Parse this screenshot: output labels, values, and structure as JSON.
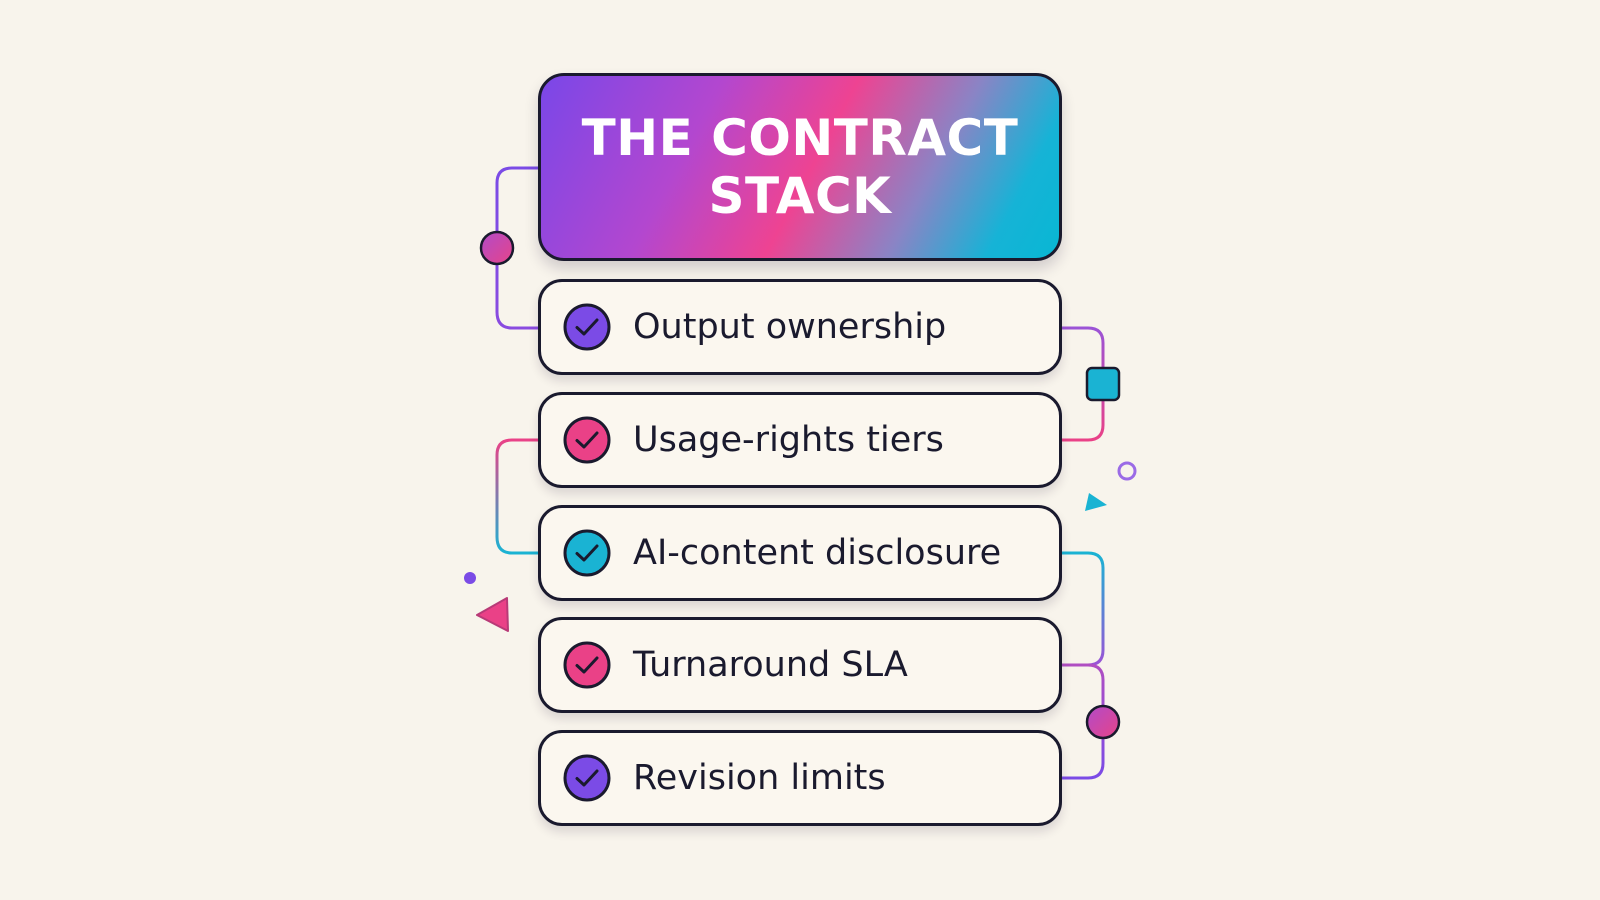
{
  "title": "THE CONTRACT\nSTACK",
  "items": [
    {
      "label": "Output ownership",
      "color": "#7b4be6"
    },
    {
      "label": "Usage-rights tiers",
      "color": "#ea4187"
    },
    {
      "label": "AI-content disclosure",
      "color": "#1ab3d3"
    },
    {
      "label": "Turnaround SLA",
      "color": "#ea4187"
    },
    {
      "label": "Revision limits",
      "color": "#7b4be6"
    }
  ],
  "colors": {
    "purple": "#7b4be6",
    "pink": "#ea4187",
    "cyan": "#1ab3d3",
    "outline": "#1a1a2e",
    "background": "#f8f4ec"
  },
  "icons": {
    "item_marker": "check-circle-icon"
  }
}
